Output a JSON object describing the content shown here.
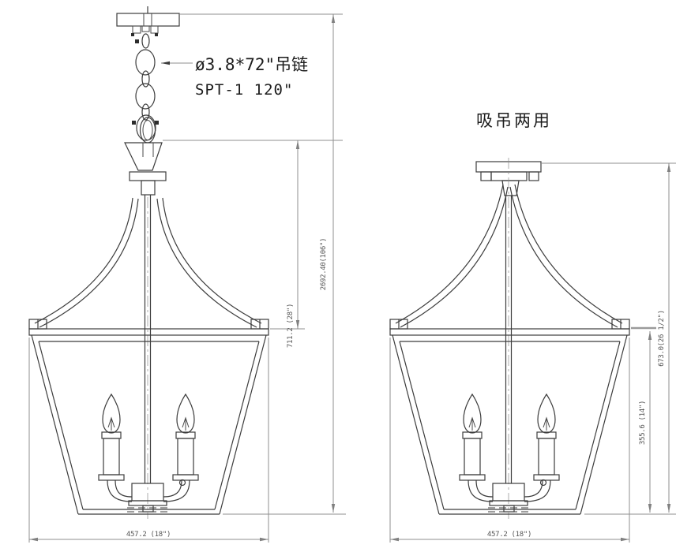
{
  "meta": {
    "background_color": "#ffffff",
    "line_color": "#3c3c3c",
    "dimension_line_color": "#8f8f8f"
  },
  "annotations": {
    "chain_spec": "ø3.8*72\"吊链",
    "cord_spec": "SPT-1  120\"",
    "dual_mount_note": "吸吊两用"
  },
  "dimensions": {
    "pendant_overall_height": "2692.40(106\")",
    "pendant_body_height": "711.2 (28\")",
    "pendant_width": "457.2 (18\")",
    "semiflush_overall_height": "673.0(26 1/2\")",
    "semiflush_cage_height": "355.6 (14\")",
    "semiflush_width": "457.2 (18\")"
  }
}
